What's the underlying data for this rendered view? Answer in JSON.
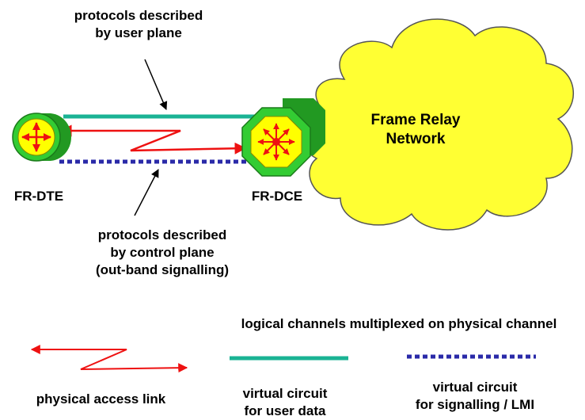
{
  "labels": {
    "user_plane_line1": "protocols described",
    "user_plane_line2": "by user plane",
    "frame_relay_line1": "Frame Relay",
    "frame_relay_line2": "Network",
    "fr_dte": "FR-DTE",
    "fr_dce": "FR-DCE",
    "control_plane_line1": "protocols described",
    "control_plane_line2": "by control plane",
    "control_plane_line3": "(out-band signalling)",
    "legend_title": "logical channels multiplexed on physical channel",
    "legend_physical": "physical access link",
    "legend_user_line1": "virtual circuit",
    "legend_user_line2": "for user data",
    "legend_signal_line1": "virtual circuit",
    "legend_signal_line2": "for signalling / LMI"
  },
  "colors": {
    "cloud_fill": "#ffff33",
    "user_circuit": "#1ab394",
    "signalling_circuit": "#2a2aa8",
    "physical_link": "#ee1111",
    "device_green": "#33cc33",
    "device_yellow": "#ffff00",
    "arrow_red": "#ee1111"
  },
  "icons": {
    "dte": "router-icon",
    "dce": "switch-icon",
    "network": "cloud-icon"
  }
}
